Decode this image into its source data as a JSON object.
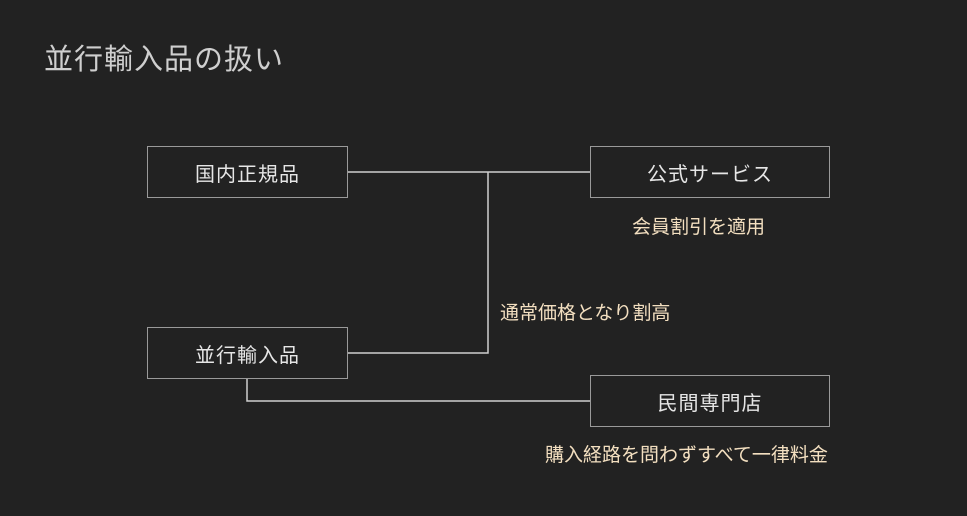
{
  "title": "並行輸入品の扱い",
  "boxes": {
    "domestic": "国内正規品",
    "parallel": "並行輸入品",
    "official": "公式サービス",
    "private": "民間専門店"
  },
  "notes": {
    "official": "会員割引を適用",
    "parallel_to_official": "通常価格となり割高",
    "private": "購入経路を問わずすべて一律料金"
  },
  "colors": {
    "background": "#222222",
    "box_border": "#9a9a9a",
    "box_text": "#e6e6e6",
    "note_text": "#f3dfc0",
    "connector": "#d0d0d0"
  }
}
